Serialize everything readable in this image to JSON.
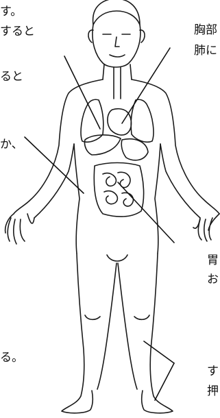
{
  "labels": {
    "left": [
      "す。",
      "すると",
      "ると",
      "か、",
      "る。"
    ],
    "right": [
      "胸部",
      "肺に",
      "胃",
      "お",
      "す",
      "押"
    ]
  },
  "colors": {
    "outline": "#1a1a1a",
    "pointer": "#111111",
    "text": "#111111"
  }
}
